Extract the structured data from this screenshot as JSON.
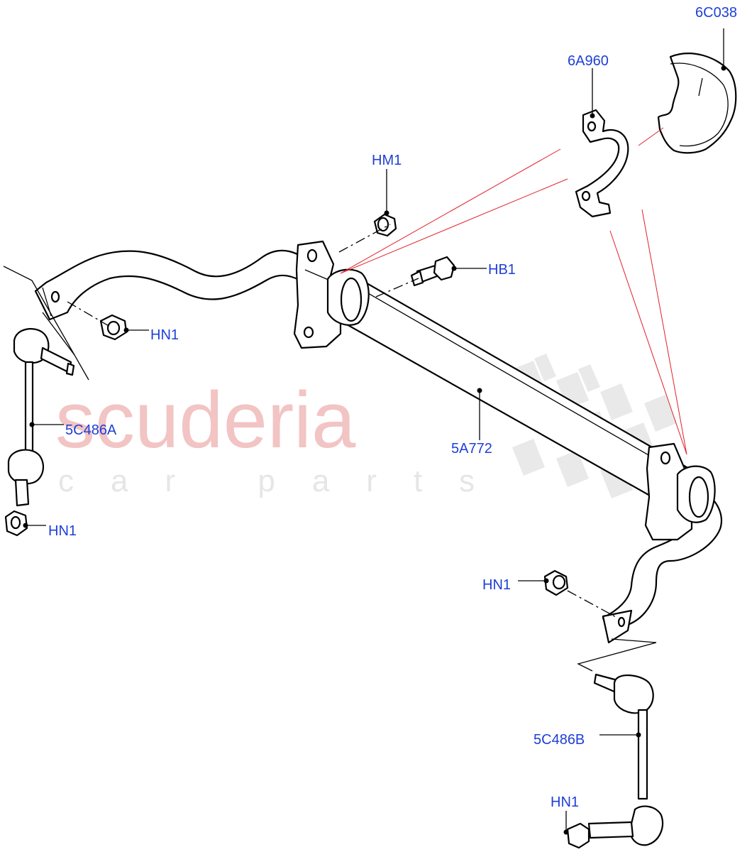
{
  "diagram": {
    "watermark": {
      "brand": "scuderia",
      "tagline": "car parts"
    },
    "callouts": [
      {
        "id": "6c038",
        "text": "6C038"
      },
      {
        "id": "6a960",
        "text": "6A960"
      },
      {
        "id": "hm1",
        "text": "HM1"
      },
      {
        "id": "hb1",
        "text": "HB1"
      },
      {
        "id": "hn1-a",
        "text": "HN1"
      },
      {
        "id": "5c486a",
        "text": "5C486A"
      },
      {
        "id": "5a772",
        "text": "5A772"
      },
      {
        "id": "hn1-b",
        "text": "HN1"
      },
      {
        "id": "hn1-c",
        "text": "HN1"
      },
      {
        "id": "5c486b",
        "text": "5C486B"
      },
      {
        "id": "hn1-d",
        "text": "HN1"
      }
    ],
    "colors": {
      "label": "#1e3fd6",
      "leader_red": "#e0202a",
      "watermark_red": "#f2c4c4",
      "watermark_grey": "#e6e6e6"
    }
  }
}
